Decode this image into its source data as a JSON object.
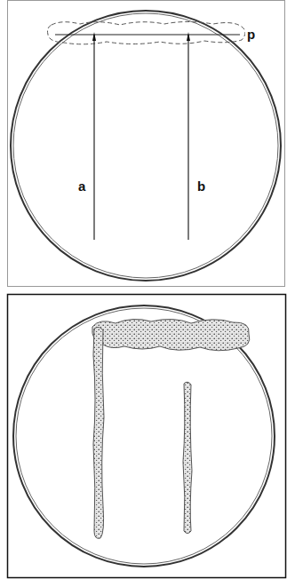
{
  "diagram": {
    "labels": [
      "a",
      "b",
      "p"
    ]
  }
}
